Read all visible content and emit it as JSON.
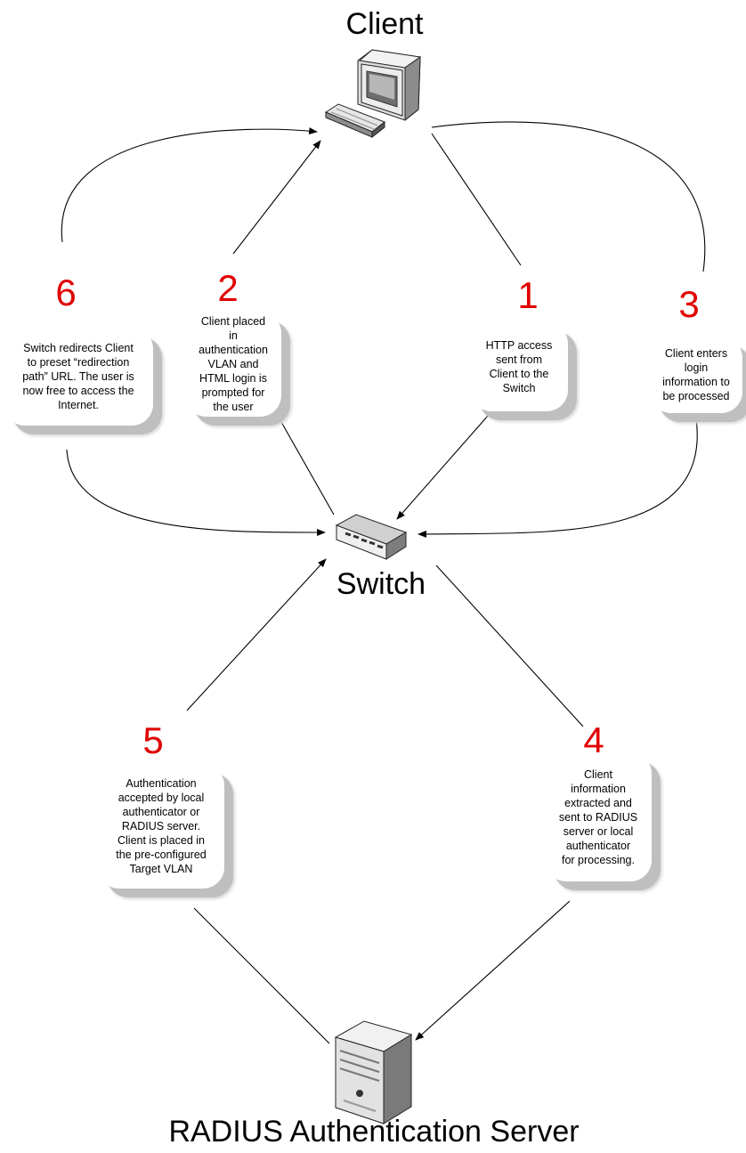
{
  "nodes": {
    "client": "Client",
    "switch": "Switch",
    "server": "RADIUS Authentication Server"
  },
  "steps": [
    {
      "num": "1",
      "text": "HTTP access\nsent from\nClient to the\nSwitch"
    },
    {
      "num": "2",
      "text": "Client placed\nin\nauthentication\nVLAN and\nHTML login is\nprompted for\nthe user"
    },
    {
      "num": "3",
      "text": "Client enters\nlogin\ninformation to\nbe processed"
    },
    {
      "num": "4",
      "text": "Client\ninformation\nextracted and\nsent to RADIUS\nserver or local\nauthenticator\nfor processing."
    },
    {
      "num": "5",
      "text": "Authentication\naccepted by local\nauthenticator or\nRADIUS server.\nClient is placed in\nthe pre-configured\nTarget VLAN"
    },
    {
      "num": "6",
      "text": "Switch redirects Client\nto preset “redirection\npath” URL. The user is\nnow free to access the\nInternet."
    }
  ],
  "colors": {
    "step_number": "#e00000",
    "shadow": "#bfbfbf",
    "line": "#000000"
  }
}
